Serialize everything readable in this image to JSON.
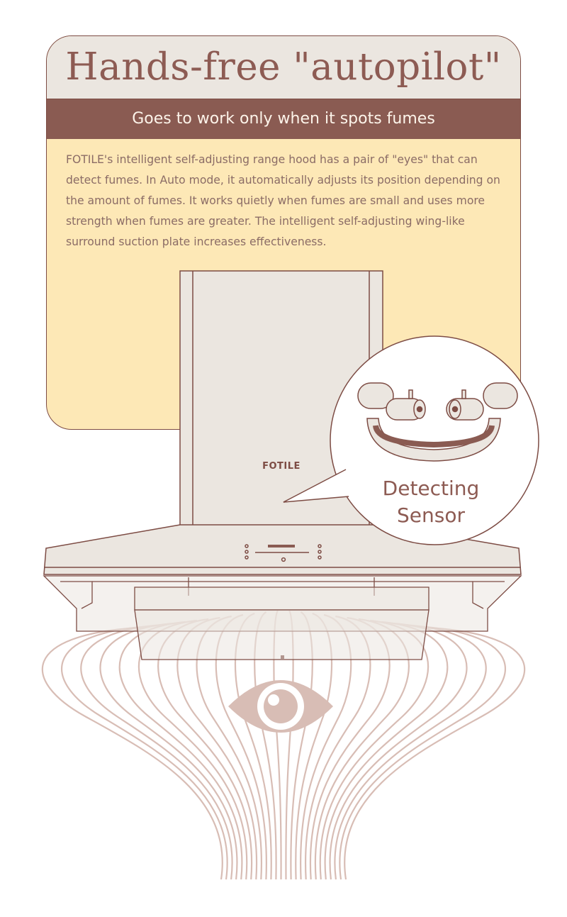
{
  "headline": "Hands-free \"autopilot\"",
  "subheadline": "Goes to work only when it spots fumes",
  "body": "FOTILE's intelligent self-adjusting range hood has a pair of \"eyes\" that can detect fumes. In Auto mode, it automatically adjusts its position depending on the amount of fumes. It works quietly when fumes are small and uses more strength when fumes are greater. The intelligent self-adjusting wing-like surround suction plate increases effectiveness.",
  "brand_logo": "FOTILE",
  "callout": {
    "line1": "Detecting",
    "line2": "Sensor"
  },
  "colors": {
    "accent": "#8a5b52",
    "outline": "#7d4c44",
    "header_bg": "#ebe6e0",
    "panel_bg": "#fde8b6",
    "smoke": "#d8bdb5",
    "body_text": "#8b6c66"
  },
  "icons": [
    "eye-icon",
    "sensor-icon"
  ]
}
